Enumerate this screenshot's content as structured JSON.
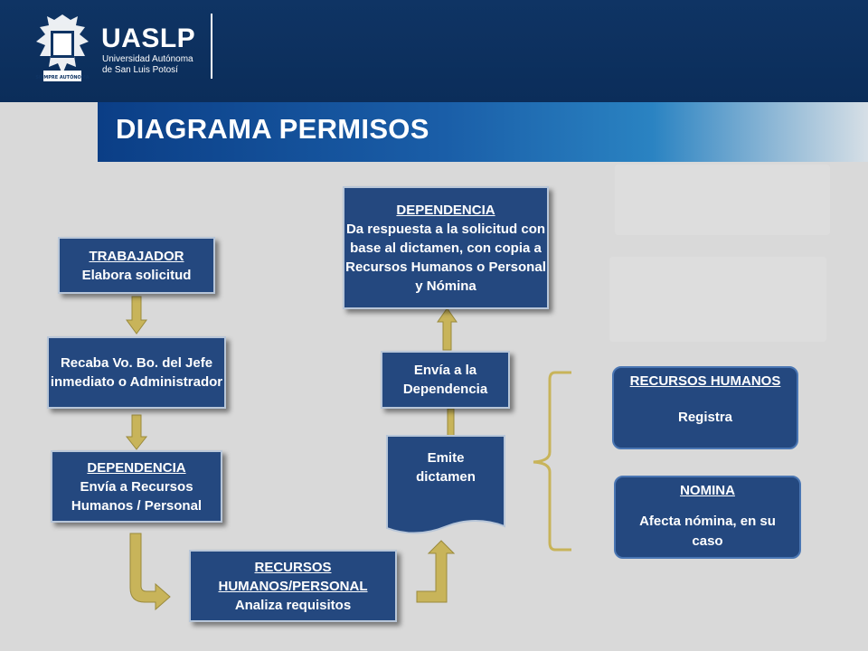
{
  "header": {
    "logo_main": "UASLP",
    "logo_sub1": "Universidad Autónoma",
    "logo_sub2": "de San Luis Potosí",
    "emblem_ribbon": "SIEMPRE AUTÓNOMA"
  },
  "title": "DIAGRAMA PERMISOS",
  "nodes": {
    "trabajador": {
      "heading": "TRABAJADOR",
      "text": "Elabora solicitud"
    },
    "vobo": {
      "text": "Recaba Vo. Bo. del Jefe inmediato o Administrador"
    },
    "dep_envia": {
      "heading": "DEPENDENCIA",
      "text": "Envía a Recursos Humanos / Personal"
    },
    "rh_analiza": {
      "heading": "RECURSOS HUMANOS/PERSONAL",
      "text": "Analiza requisitos"
    },
    "emite": {
      "text": "Emite dictamen"
    },
    "envia_dep": {
      "text": "Envía a la Dependencia"
    },
    "dep_respuesta": {
      "heading": "DEPENDENCIA",
      "text": "Da respuesta a la solicitud con base al dictamen, con copia a Recursos Humanos o Personal  y Nómina"
    },
    "rh_registra": {
      "heading": "RECURSOS HUMANOS",
      "text": "Registra"
    },
    "nomina": {
      "heading": "NOMINA",
      "text": "Afecta nómina, en su caso"
    }
  },
  "colors": {
    "header_bg": "#0f3464",
    "box_fill": "#24487f",
    "arrow_fill": "#c8b45a",
    "background": "#d9d9d9"
  }
}
